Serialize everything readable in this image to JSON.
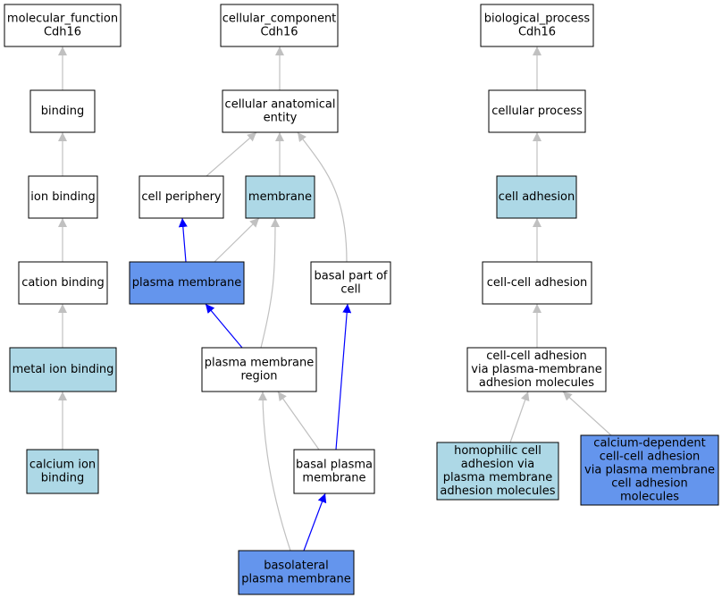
{
  "colors": {
    "plain": "#ffffff",
    "light": "#add8e6",
    "highlight": "#6495ed",
    "edge_gray": "#c0c0c0",
    "edge_blue": "#0000ff"
  },
  "nodes": [
    {
      "id": "mf",
      "fill": "plain",
      "lines": [
        "molecular_function",
        "Cdh16"
      ]
    },
    {
      "id": "cc",
      "fill": "plain",
      "lines": [
        "cellular_component",
        "Cdh16"
      ]
    },
    {
      "id": "bp",
      "fill": "plain",
      "lines": [
        "biological_process",
        "Cdh16"
      ]
    },
    {
      "id": "binding",
      "fill": "plain",
      "lines": [
        "binding"
      ]
    },
    {
      "id": "cae",
      "fill": "plain",
      "lines": [
        "cellular anatomical",
        "entity"
      ]
    },
    {
      "id": "cp",
      "fill": "plain",
      "lines": [
        "cellular process"
      ]
    },
    {
      "id": "ionb",
      "fill": "plain",
      "lines": [
        "ion binding"
      ]
    },
    {
      "id": "cper",
      "fill": "plain",
      "lines": [
        "cell periphery"
      ]
    },
    {
      "id": "mem",
      "fill": "light",
      "lines": [
        "membrane"
      ]
    },
    {
      "id": "cadh",
      "fill": "light",
      "lines": [
        "cell adhesion"
      ]
    },
    {
      "id": "catb",
      "fill": "plain",
      "lines": [
        "cation binding"
      ]
    },
    {
      "id": "pm",
      "fill": "highlight",
      "lines": [
        "plasma membrane"
      ]
    },
    {
      "id": "bpc",
      "fill": "plain",
      "lines": [
        "basal part of",
        "cell"
      ]
    },
    {
      "id": "ccadh",
      "fill": "plain",
      "lines": [
        "cell-cell adhesion"
      ]
    },
    {
      "id": "mib",
      "fill": "light",
      "lines": [
        "metal ion binding"
      ]
    },
    {
      "id": "pmr",
      "fill": "plain",
      "lines": [
        "plasma membrane",
        "region"
      ]
    },
    {
      "id": "ccpm",
      "fill": "plain",
      "lines": [
        "cell-cell adhesion",
        "via plasma-membrane",
        "adhesion molecules"
      ]
    },
    {
      "id": "cib",
      "fill": "light",
      "lines": [
        "calcium ion",
        "binding"
      ]
    },
    {
      "id": "bpm",
      "fill": "plain",
      "lines": [
        "basal plasma",
        "membrane"
      ]
    },
    {
      "id": "homo",
      "fill": "light",
      "lines": [
        "homophilic cell",
        "adhesion via",
        "plasma membrane",
        "adhesion molecules"
      ]
    },
    {
      "id": "calc",
      "fill": "highlight",
      "lines": [
        "calcium-dependent",
        "cell-cell adhesion",
        "via plasma membrane",
        "cell adhesion",
        "molecules"
      ]
    },
    {
      "id": "blpm",
      "fill": "highlight",
      "lines": [
        "basolateral",
        "plasma membrane"
      ]
    }
  ],
  "edges": [
    {
      "from": "binding",
      "to": "mf",
      "color": "edge_gray"
    },
    {
      "from": "ionb",
      "to": "binding",
      "color": "edge_gray"
    },
    {
      "from": "catb",
      "to": "ionb",
      "color": "edge_gray"
    },
    {
      "from": "mib",
      "to": "catb",
      "color": "edge_gray"
    },
    {
      "from": "cib",
      "to": "mib",
      "color": "edge_gray"
    },
    {
      "from": "cae",
      "to": "cc",
      "color": "edge_gray"
    },
    {
      "from": "cper",
      "to": "cae",
      "color": "edge_gray"
    },
    {
      "from": "mem",
      "to": "cae",
      "color": "edge_gray"
    },
    {
      "from": "bpc",
      "to": "cae",
      "color": "edge_gray"
    },
    {
      "from": "pm",
      "to": "cper",
      "color": "edge_blue"
    },
    {
      "from": "pm",
      "to": "mem",
      "color": "edge_gray"
    },
    {
      "from": "pmr",
      "to": "mem",
      "color": "edge_gray"
    },
    {
      "from": "pmr",
      "to": "pm",
      "color": "edge_blue"
    },
    {
      "from": "bpm",
      "to": "pmr",
      "color": "edge_gray"
    },
    {
      "from": "bpm",
      "to": "bpc",
      "color": "edge_blue"
    },
    {
      "from": "blpm",
      "to": "pmr",
      "color": "edge_gray"
    },
    {
      "from": "blpm",
      "to": "bpm",
      "color": "edge_blue"
    },
    {
      "from": "cp",
      "to": "bp",
      "color": "edge_gray"
    },
    {
      "from": "cadh",
      "to": "cp",
      "color": "edge_gray"
    },
    {
      "from": "ccadh",
      "to": "cadh",
      "color": "edge_gray"
    },
    {
      "from": "ccpm",
      "to": "ccadh",
      "color": "edge_gray"
    },
    {
      "from": "homo",
      "to": "ccpm",
      "color": "edge_gray"
    },
    {
      "from": "calc",
      "to": "ccpm",
      "color": "edge_gray"
    }
  ]
}
